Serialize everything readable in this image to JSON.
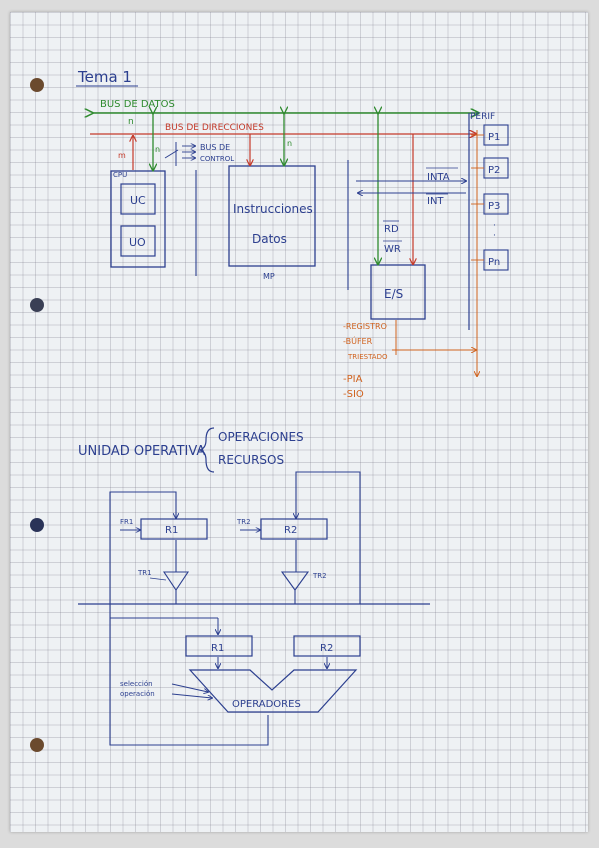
{
  "title": "Tema 1",
  "top_diagram": {
    "bus_datos": "BUS DE DATOS",
    "bus_direcciones": "BUS DE DIRECCIONES",
    "bus_control_1": "BUS DE",
    "bus_control_2": "CONTROL",
    "n_label": "n",
    "m_label": "m",
    "cpu": "CPU",
    "uc": "UC",
    "uo": "UO",
    "mp_line1": "Instrucciones",
    "mp_line2": "Datos",
    "mp": "MP",
    "inta": "INTA",
    "int": "INT",
    "rd": "RD",
    "wr": "WR",
    "es": "E/S",
    "perif": "PERIF",
    "p1": "P1",
    "p2": "P2",
    "p3": "P3",
    "pn": "Pn",
    "list_1": "-REGISTRO",
    "list_2": "-BÚFER",
    "list_3": "TRIESTADO",
    "list_4": "-PIA",
    "list_5": "-SIO"
  },
  "bottom_diagram": {
    "unidad": "UNIDAD OPERATIVA",
    "operaciones": "OPERACIONES",
    "recursos": "RECURSOS",
    "fr1": "FR1",
    "tr2_in": "TR2",
    "r1": "R1",
    "r2": "R2",
    "tr1": "TR1",
    "tr2": "TR2",
    "r1b": "R1",
    "r2b": "R2",
    "sel1": "selección",
    "sel2": "operación",
    "operadores": "OPERADORES"
  }
}
